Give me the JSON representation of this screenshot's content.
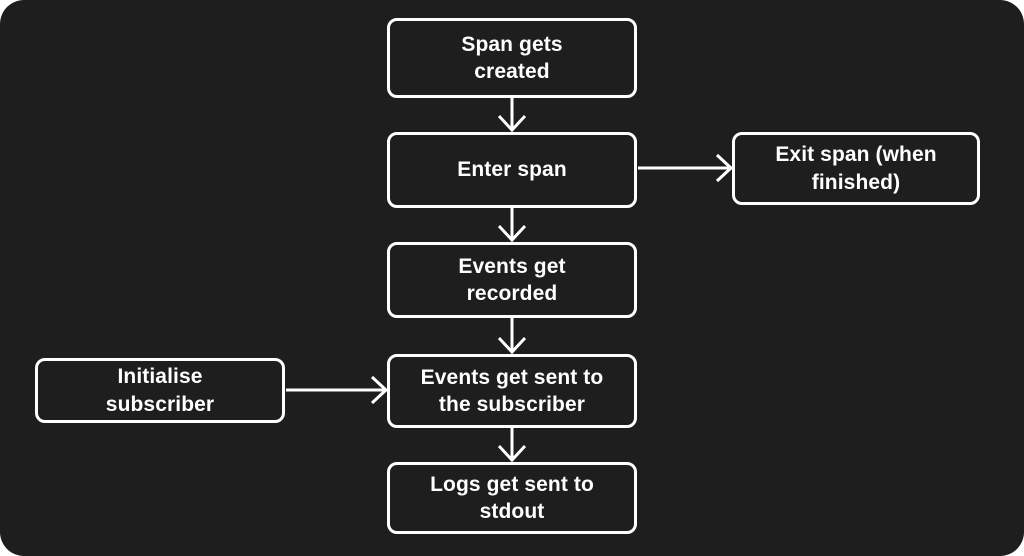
{
  "diagram": {
    "title": "Tracing span lifecycle flowchart",
    "background_color": "#1e1e1e",
    "node_border_color": "#ffffff",
    "text_color": "#ffffff",
    "arrow_color": "#ffffff",
    "nodes": [
      {
        "id": "span-gets-created",
        "label": "Span gets\ncreated"
      },
      {
        "id": "enter-span",
        "label": "Enter span"
      },
      {
        "id": "exit-span",
        "label": "Exit span (when\nfinished)"
      },
      {
        "id": "events-get-recorded",
        "label": "Events get\nrecorded"
      },
      {
        "id": "initialise-subscriber",
        "label": "Initialise\nsubscriber"
      },
      {
        "id": "events-get-sent-to-the-subscriber",
        "label": "Events get sent to\nthe subscriber"
      },
      {
        "id": "logs-get-sent-to-stdout",
        "label": "Logs get sent to\nstdout"
      }
    ],
    "edges": [
      {
        "id": "edge-span-created-to-enter-span",
        "from": "span-gets-created",
        "to": "enter-span",
        "direction": "down"
      },
      {
        "id": "edge-enter-span-to-exit-span",
        "from": "enter-span",
        "to": "exit-span",
        "direction": "right"
      },
      {
        "id": "edge-enter-span-to-events-recorded",
        "from": "enter-span",
        "to": "events-get-recorded",
        "direction": "down"
      },
      {
        "id": "edge-events-recorded-to-events-sent",
        "from": "events-get-recorded",
        "to": "events-get-sent-to-the-subscriber",
        "direction": "down"
      },
      {
        "id": "edge-initialise-subscriber-to-events-sent",
        "from": "initialise-subscriber",
        "to": "events-get-sent-to-the-subscriber",
        "direction": "right"
      },
      {
        "id": "edge-events-sent-to-logs-stdout",
        "from": "events-get-sent-to-the-subscriber",
        "to": "logs-get-sent-to-stdout",
        "direction": "down"
      }
    ]
  }
}
